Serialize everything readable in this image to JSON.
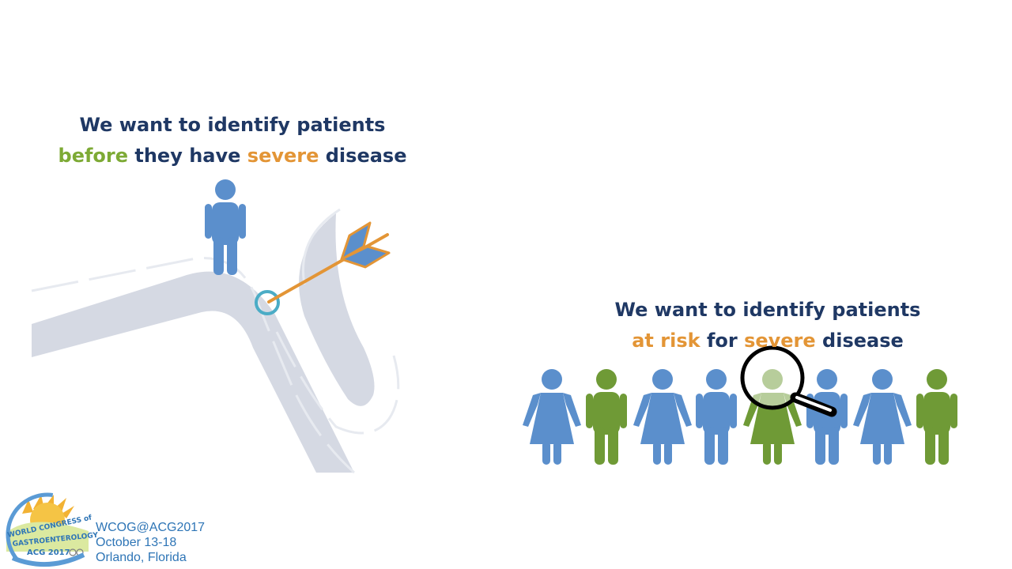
{
  "heading_top": {
    "line1": "We want to identify patients",
    "word_before": "before",
    "word_they_have": "they have",
    "word_severe": "severe",
    "word_disease": "disease"
  },
  "heading_bottom": {
    "line1": "We want to identify patients",
    "word_at_risk": "at risk",
    "word_for": "for",
    "word_severe": "severe",
    "word_disease": "disease"
  },
  "footer": {
    "logo_text_1": "WORLD CONGRESS of",
    "logo_text_2": "GASTROENTEROLOGY",
    "logo_text_3": "ACG 2017",
    "handle": "WCOG@ACG2017",
    "dates": "October 13-18",
    "location": "Orlando, Florida"
  },
  "colors": {
    "navy": "#1f3864",
    "green": "#7daa35",
    "orange": "#e39536",
    "person_blue": "#5b8fcc",
    "person_green": "#6f9a36",
    "road_gray": "#d5d9e3",
    "target_teal": "#4bacc6",
    "footer_blue": "#2e75b6"
  }
}
